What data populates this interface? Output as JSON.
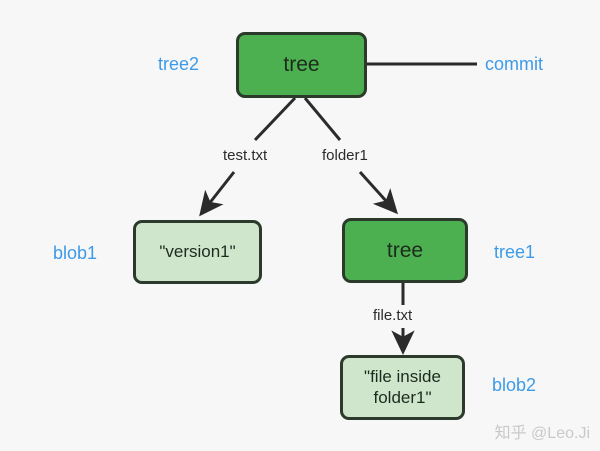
{
  "diagram": {
    "background_color": "#f7f7f7",
    "tree_fill": "#4caf50",
    "blob_fill": "#cfe6cd",
    "tag_color": "#3d9ae8",
    "stroke_color": "#2b3a2b",
    "nodes": [
      {
        "id": "tree2",
        "type": "tree",
        "text": "tree",
        "tag": "tree2"
      },
      {
        "id": "blob1",
        "type": "blob",
        "text": "\"version1\"",
        "tag": "blob1"
      },
      {
        "id": "tree1",
        "type": "tree",
        "text": "tree",
        "tag": "tree1"
      },
      {
        "id": "blob2",
        "type": "blob",
        "text": "\"file inside\nfolder1\"",
        "tag": "blob2"
      }
    ],
    "edges": [
      {
        "from": "commit",
        "to": "tree2",
        "label": ""
      },
      {
        "from": "tree2",
        "to": "blob1",
        "label": "test.txt"
      },
      {
        "from": "tree2",
        "to": "tree1",
        "label": "folder1"
      },
      {
        "from": "tree1",
        "to": "blob2",
        "label": "file.txt"
      }
    ],
    "commit_label": "commit",
    "watermark": "知乎 @Leo.Ji"
  }
}
